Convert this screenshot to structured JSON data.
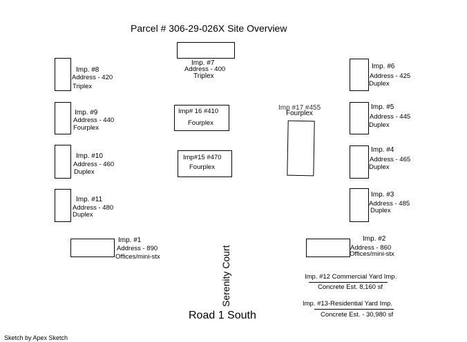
{
  "title": "Parcel # 306-29-026X Site Overview",
  "road_label": "Road 1 South",
  "court_label": "Serenity Court",
  "footer": "Sketch by Apex Sketch",
  "yard": {
    "commercial_title": "Imp. #12 Commercial Yard Imp.",
    "commercial_area": "Concrete Est. 8,160 sf",
    "residential_title": "Imp. #13-Residential Yard Imp.",
    "residential_area": "Concrete Est. - 30,980 sf"
  },
  "improvements": {
    "imp1": {
      "name": "Imp. #1",
      "address": "Address - 890",
      "type": "Offices/mini-stx"
    },
    "imp2": {
      "name": "Imp. #2",
      "address": "Address - 860",
      "type": "Offices/mini-stx"
    },
    "imp3": {
      "name": "Imp. #3",
      "address": "Address - 485",
      "type": "Duplex"
    },
    "imp4": {
      "name": "Imp. #4",
      "address": "Address - 465",
      "type": "Duplex"
    },
    "imp5": {
      "name": "Imp. #5",
      "address": "Address - 445",
      "type": "Duplex"
    },
    "imp6": {
      "name": "Imp. #6",
      "address": "Address - 425",
      "type": "Duplex"
    },
    "imp7": {
      "name": "Imp. #7",
      "address": "Address - 400",
      "type": "Triplex"
    },
    "imp8": {
      "name": "Imp. #8",
      "address": "Address - 420",
      "type": "Triplex"
    },
    "imp9": {
      "name": "Imp. #9",
      "address": "Address - 440",
      "type": "Fourplex"
    },
    "imp10": {
      "name": "Imp. #10",
      "address": "Address - 460",
      "type": "Duplex"
    },
    "imp11": {
      "name": "Imp. #11",
      "address": "Address - 480",
      "type": "Duplex"
    },
    "imp15": {
      "name": "Imp#15 #470",
      "type": "Fourplex"
    },
    "imp16": {
      "name": "Imp# 16 #410",
      "type": "Fourplex"
    },
    "imp17": {
      "name": "Imp #17 #455",
      "type": "Fourplex"
    }
  }
}
